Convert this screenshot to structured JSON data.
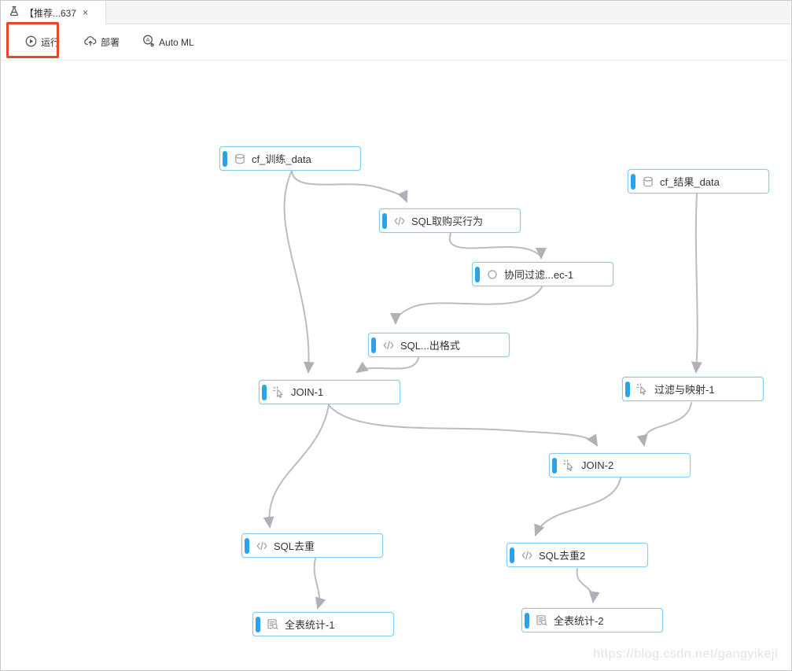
{
  "tab": {
    "title": "【推荐...637",
    "close_label": "×",
    "icon": "flask-icon"
  },
  "toolbar": {
    "run_label": "运行",
    "deploy_label": "部署",
    "automl_label": "Auto ML",
    "run_icon": "play-circle-icon",
    "deploy_icon": "cloud-upload-icon",
    "automl_icon": "automl-magnifier-icon",
    "annotation": "red-highlight-box-around-run-button"
  },
  "colors": {
    "node_border": "#85ccf2",
    "node_accent_bar": "#2aa3e8",
    "edge_gray": "#b9bcc1",
    "annotation_red": "#e8472e",
    "icon_gray": "#9aa0a6"
  },
  "nodes": [
    {
      "label": "cf_训练_data",
      "icon": "database-icon"
    },
    {
      "label": "cf_结果_data",
      "icon": "database-icon"
    },
    {
      "label": "SQL取购买行为",
      "icon": "code-icon"
    },
    {
      "label": "协同过滤...ec-1",
      "icon": "circle-icon"
    },
    {
      "label": "SQL...出格式",
      "icon": "code-icon"
    },
    {
      "label": "JOIN-1",
      "icon": "cursor-click-icon"
    },
    {
      "label": "过滤与映射-1",
      "icon": "cursor-click-icon"
    },
    {
      "label": "JOIN-2",
      "icon": "cursor-click-icon"
    },
    {
      "label": "SQL去重",
      "icon": "code-icon"
    },
    {
      "label": "SQL去重2",
      "icon": "code-icon"
    },
    {
      "label": "全表统计-1",
      "icon": "table-stats-icon"
    },
    {
      "label": "全表统计-2",
      "icon": "table-stats-icon"
    }
  ],
  "edges": [
    "cf_训练_data → SQL取购买行为",
    "cf_训练_data → JOIN-1",
    "SQL取购买行为 → 协同过滤...ec-1",
    "协同过滤...ec-1 → SQL...出格式",
    "SQL...出格式 → JOIN-1",
    "cf_结果_data → 过滤与映射-1",
    "JOIN-1 → SQL去重",
    "JOIN-1 → JOIN-2",
    "过滤与映射-1 → JOIN-2",
    "JOIN-2 → SQL去重2",
    "SQL去重 → 全表统计-1",
    "SQL去重2 → 全表统计-2"
  ],
  "watermark": "https://blog.csdn.net/gangyikeji"
}
